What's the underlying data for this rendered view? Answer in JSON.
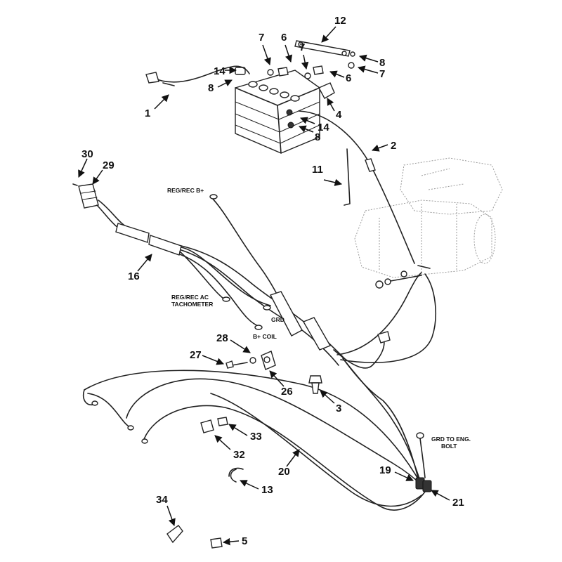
{
  "labels": {
    "reg_rec_b": "REG/REC B+",
    "reg_rec_ac": "REG/REC AC",
    "tachometer": "TACHOMETER",
    "grd": "GRD",
    "b_coil": "B+ COIL",
    "grd_eng": "GRD TO ENG.",
    "bolt": "BOLT"
  },
  "callouts": [
    "1",
    "2",
    "3",
    "4",
    "5",
    "6",
    "6",
    "7",
    "7",
    "7",
    "8",
    "8",
    "8",
    "11",
    "12",
    "13",
    "14",
    "14",
    "16",
    "19",
    "20",
    "21",
    "26",
    "27",
    "28",
    "29",
    "30",
    "32",
    "33",
    "34"
  ]
}
